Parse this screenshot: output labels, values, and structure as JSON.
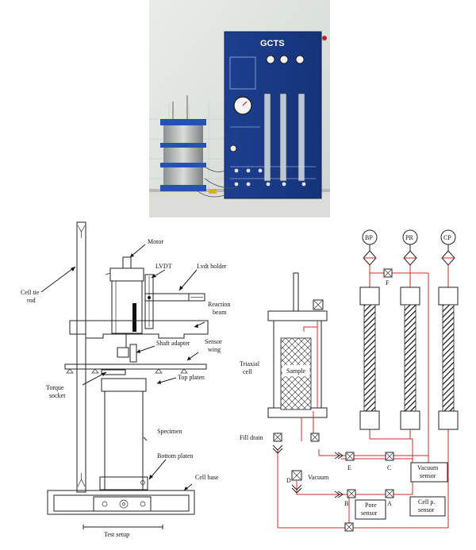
{
  "photo": {
    "brand": "GCTS"
  },
  "setup_labels": {
    "motor": "Motor",
    "lvdt": "LVDT",
    "lvdt_holder": "Lvdt holder",
    "cell_tie": "Cell tie",
    "rod": "rod",
    "reaction": "Reaction",
    "beam": "beam",
    "shaft_adapter": "Shaft adapter",
    "sensor": "Sensor",
    "wing": "wing",
    "torque": "Torque",
    "socket": "socket",
    "top_platen": "Top platen",
    "specimen": "Specimen",
    "bottom_platen": "Bottom platen",
    "cell_base": "Cell base",
    "caption": "Test setup"
  },
  "circuit_labels": {
    "bp": "BP",
    "pr": "PR",
    "cp": "CP",
    "f": "F",
    "triaxial": "Triaxial",
    "cell": "cell",
    "sample": "Sample",
    "fill_drain": "Fill drain",
    "e": "E",
    "c": "C",
    "vacuum_sensor_1": "Vacuum",
    "vacuum_sensor_2": "sensor",
    "d": "D",
    "vacuum": "Vacuum",
    "b": "B",
    "a": "A",
    "pore_sensor_1": "Pore",
    "pore_sensor_2": "sensor",
    "cell_p_sensor_1": "Cell p.",
    "cell_p_sensor_2": "sensor"
  }
}
